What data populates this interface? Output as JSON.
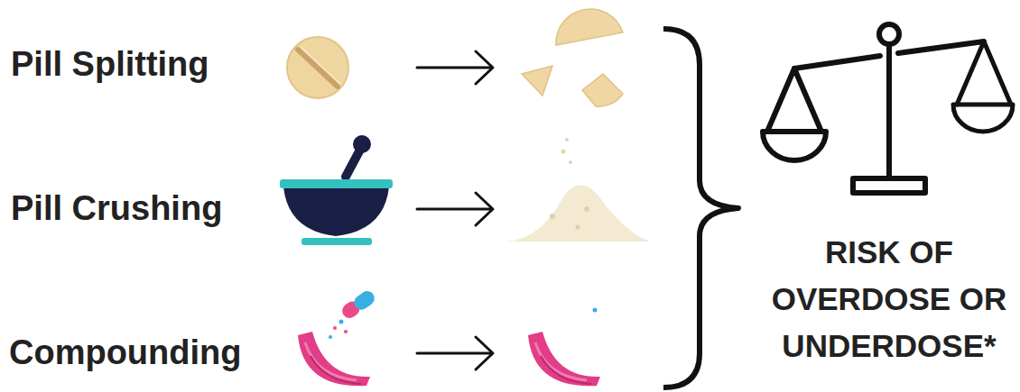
{
  "diagram": {
    "labels": [
      "Pill Splitting",
      "Pill Crushing",
      "Compounding",
      "RISK OF OVERDOSE OR UNDERDOSE*"
    ]
  }
}
